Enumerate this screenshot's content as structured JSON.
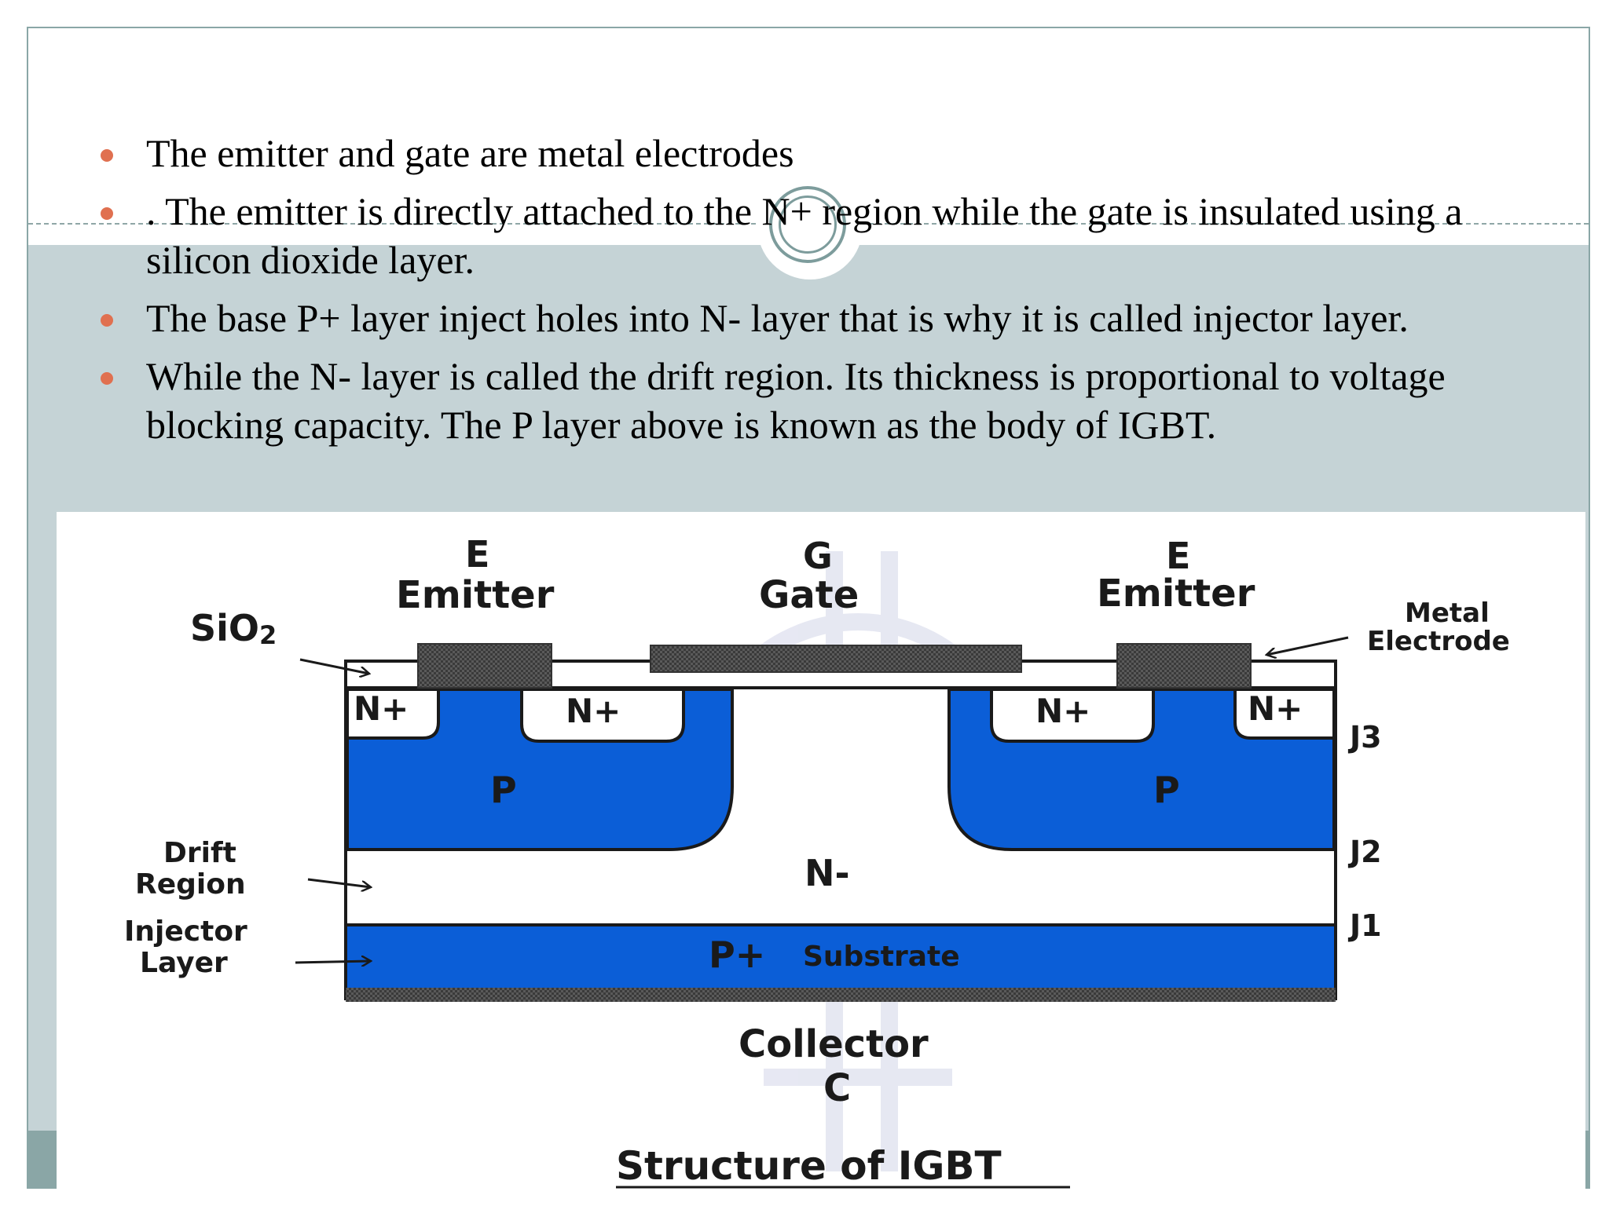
{
  "bullets": [
    "The emitter and gate are metal electrodes",
    ". The emitter is directly attached to the N+ region while the gate is insulated using a silicon dioxide layer.",
    "The base P+ layer inject holes into N- layer that is why it is called injector layer.",
    "While the N- layer is called the drift region. Its thickness is proportional to voltage blocking capacity. The P layer above is known as the body of IGBT."
  ],
  "diagram": {
    "emitter_left_letter": "E",
    "emitter_left_name": "Emitter",
    "gate_letter": "G",
    "gate_name": "Gate",
    "emitter_right_letter": "E",
    "emitter_right_name": "Emitter",
    "sio2": "SiO",
    "sio2_sub": "2",
    "metal_line1": "Metal",
    "metal_line2": "Electrode",
    "nplus": "N+",
    "p": "P",
    "nminus": "N-",
    "pplus": "P+",
    "substrate": "Substrate",
    "drift_line1": "Drift",
    "drift_line2": "Region",
    "injector_line1": "Injector",
    "injector_line2": "Layer",
    "j3": "J3",
    "j2": "J2",
    "j1": "J1",
    "collector_name": "Collector",
    "collector_letter": "C",
    "caption": "Structure of IGBT"
  },
  "colors": {
    "p_region": "#0b5ed7",
    "metal": "#4a4a4a",
    "bullet": "#e07050",
    "band": "#c5d3d6",
    "frame": "#8aa6a6"
  }
}
